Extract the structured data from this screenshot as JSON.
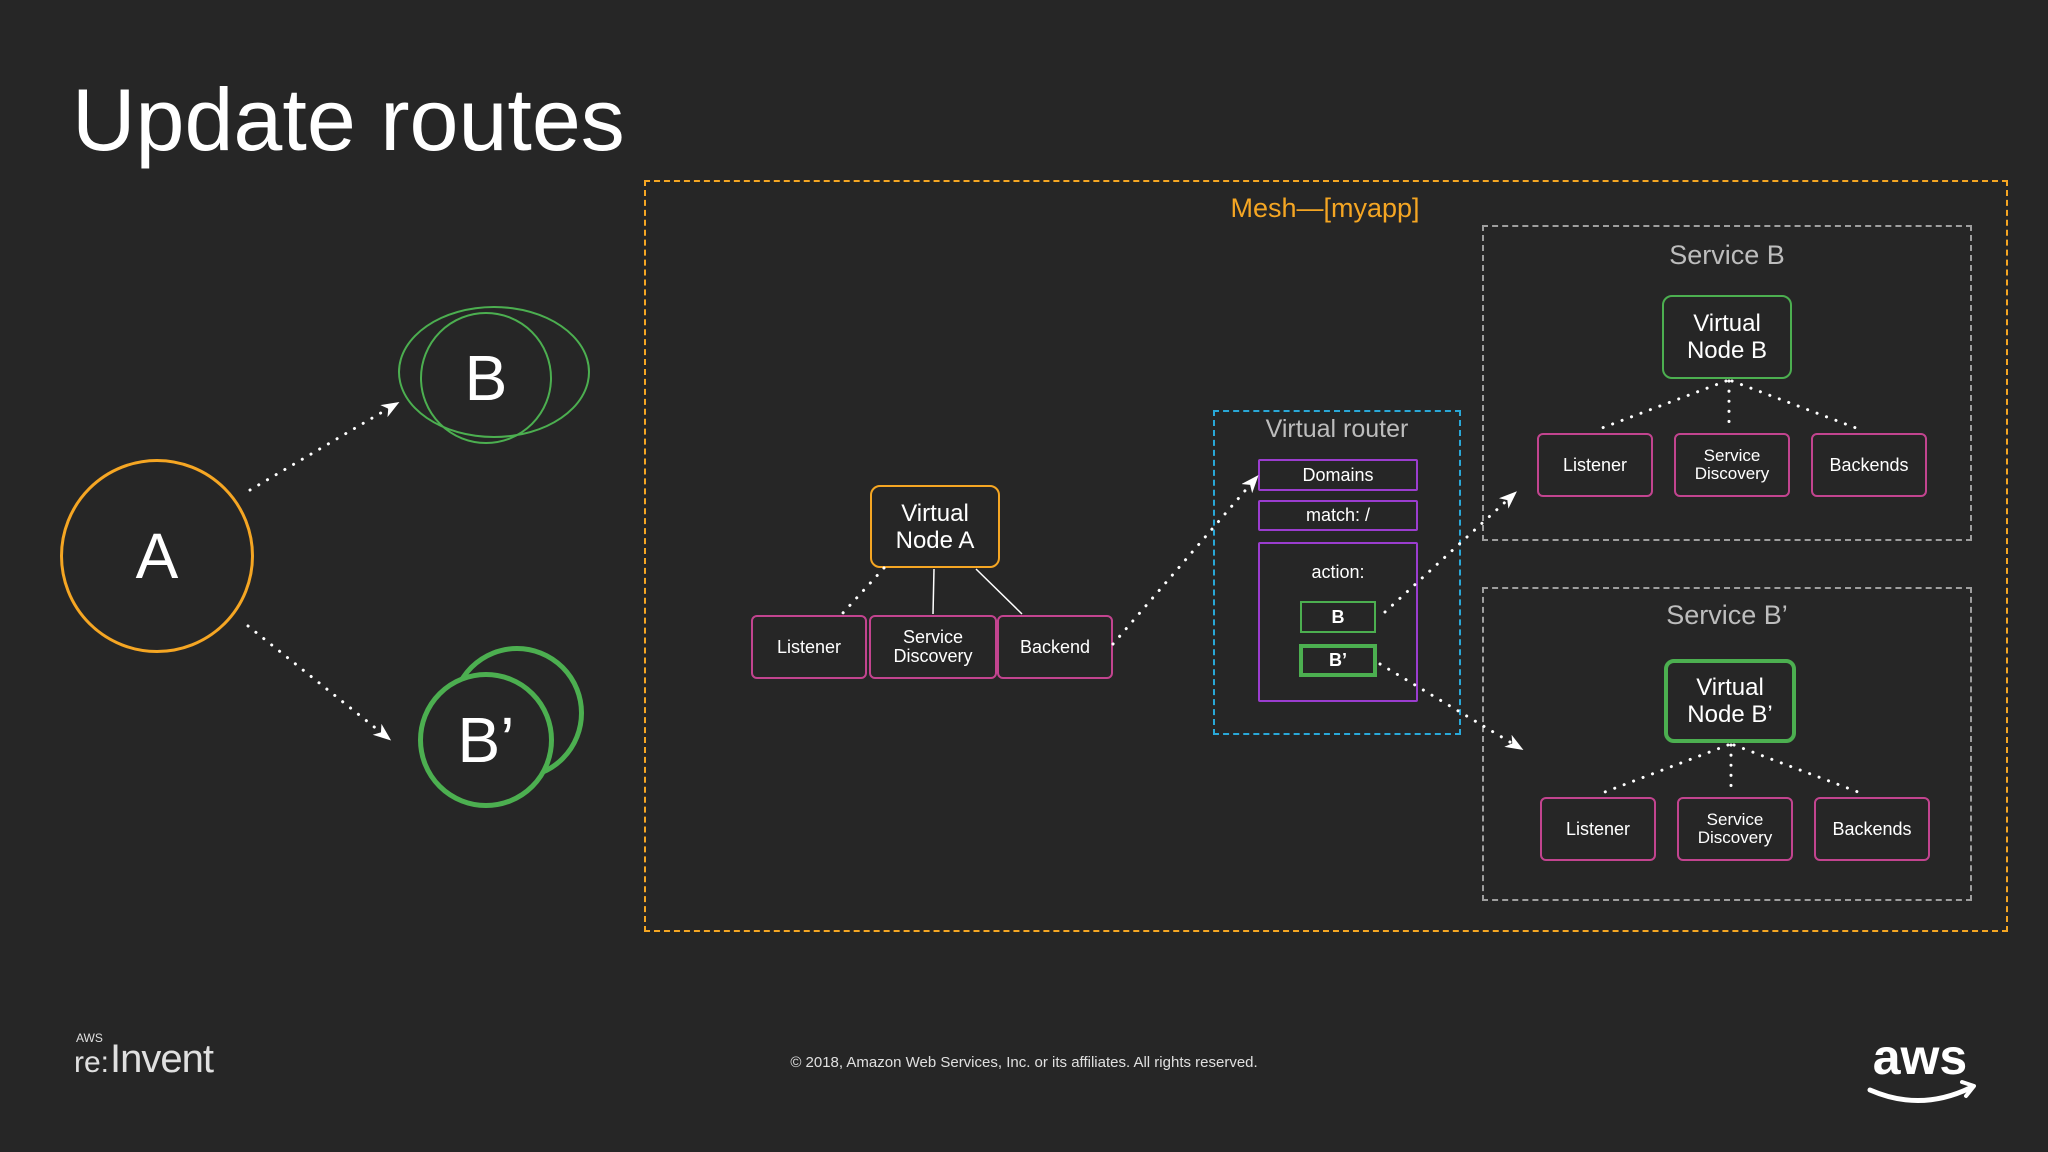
{
  "slide": {
    "title": "Update routes",
    "footer_copyright": "© 2018, Amazon Web Services, Inc. or its affiliates. All rights reserved.",
    "brand_left": "AWS re:Invent",
    "brand_right": "aws"
  },
  "left_diagram": {
    "node_a": "A",
    "node_b": "B",
    "node_b_prime": "B’",
    "colors": {
      "a": "#f5a623",
      "b": "#4caf50"
    }
  },
  "mesh": {
    "label": "Mesh—[myapp]",
    "virtual_node_a": {
      "label": "Virtual\nNode A",
      "children": [
        "Listener",
        "Service\nDiscovery",
        "Backend"
      ]
    },
    "virtual_router": {
      "label": "Virtual router",
      "domains": "Domains",
      "match": "match: /",
      "action_label": "action:",
      "targets": [
        "B",
        "B’"
      ]
    },
    "service_b": {
      "label": "Service B",
      "virtual_node": "Virtual\nNode B",
      "children": [
        "Listener",
        "Service\nDiscovery",
        "Backends"
      ]
    },
    "service_b_prime": {
      "label": "Service B’",
      "virtual_node": "Virtual\nNode B’",
      "children": [
        "Listener",
        "Service\nDiscovery",
        "Backends"
      ]
    }
  },
  "colors": {
    "background": "#262626",
    "mesh_border": "#f5a623",
    "router_border": "#29a8d8",
    "service_border": "#9e9e9e",
    "route_boxes": "#9b3dcf",
    "component_boxes": "#c2448f",
    "green": "#4caf50",
    "orange": "#f5a623"
  }
}
